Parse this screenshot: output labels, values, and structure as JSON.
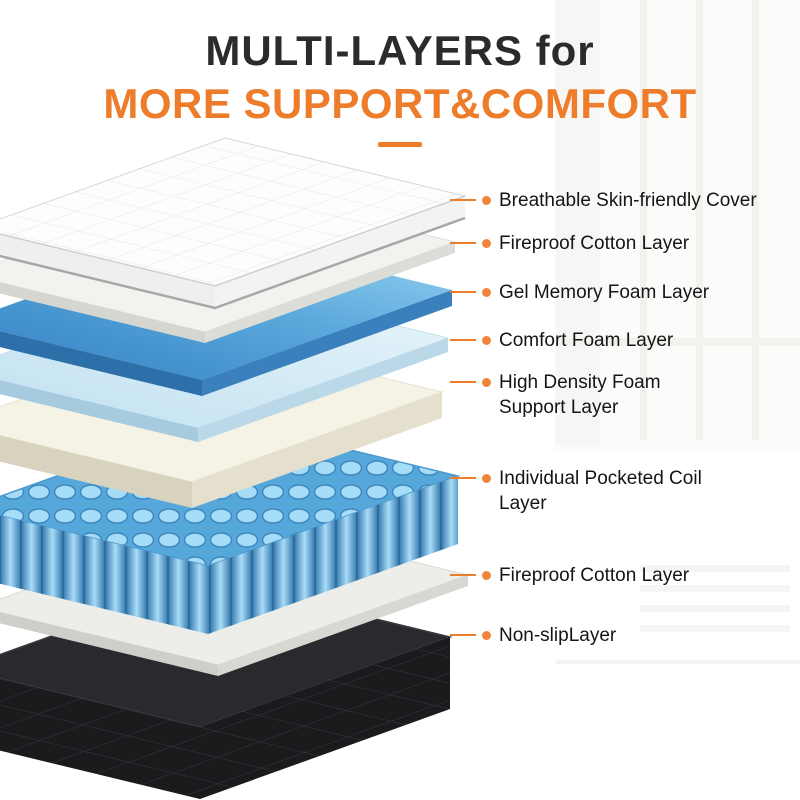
{
  "title": {
    "line1": "MULTI-LAYERS for",
    "line2": "MORE SUPPORT&COMFORT"
  },
  "labels": [
    {
      "text": "Breathable Skin-friendly Cover"
    },
    {
      "text": "Fireproof Cotton Layer"
    },
    {
      "text": "Gel Memory Foam Layer"
    },
    {
      "text": "Comfort Foam Layer"
    },
    {
      "text": "High Density Foam\nSupport Layer"
    },
    {
      "text": "Individual Pocketed Coil\nLayer"
    },
    {
      "text": "Fireproof Cotton Layer"
    },
    {
      "text": "Non-slipLayer"
    }
  ],
  "colors": {
    "accent_orange": "#ED7D2B",
    "bullet_orange": "#F0853A",
    "title_black": "#2B2B2B",
    "label_text": "#151515",
    "gel_blue_dark": "#2F7EC0",
    "gel_blue_light": "#9AD6F4",
    "comfort_foam_blue": "#C2E2F2",
    "foam_cream": "#F5F2E6",
    "coil_blue": "#57A8DA",
    "cotton_white": "#F2F2EE",
    "base_black": "#1C1C1E"
  }
}
